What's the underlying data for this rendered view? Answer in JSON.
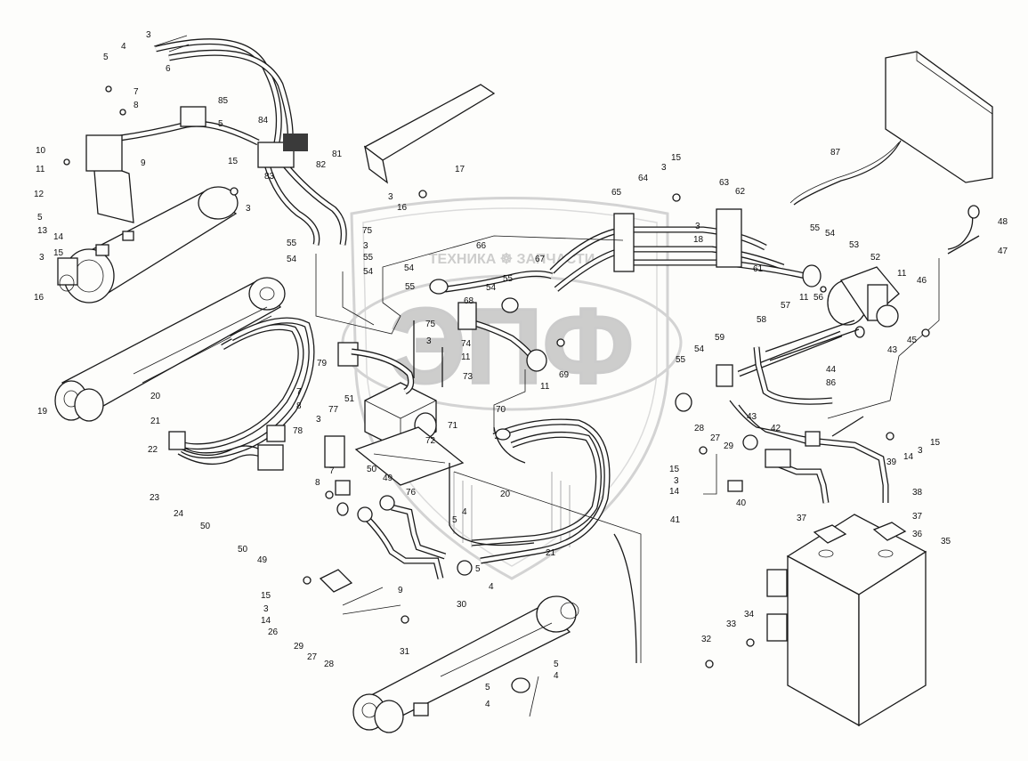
{
  "watermark": {
    "tagline": "ТЕХНИКА ☸ ЗАПЧАСТИ",
    "logo": "ЭПФ"
  },
  "callouts": [
    {
      "id": "c3a",
      "text": "3"
    },
    {
      "id": "c4a",
      "text": "4"
    },
    {
      "id": "c5a",
      "text": "5"
    },
    {
      "id": "c6",
      "text": "6"
    },
    {
      "id": "c7a",
      "text": "7"
    },
    {
      "id": "c8a",
      "text": "8"
    },
    {
      "id": "c85",
      "text": "85"
    },
    {
      "id": "c5b",
      "text": "5"
    },
    {
      "id": "c10",
      "text": "10"
    },
    {
      "id": "c11a",
      "text": "11"
    },
    {
      "id": "c9a",
      "text": "9"
    },
    {
      "id": "c12",
      "text": "12"
    },
    {
      "id": "c5c",
      "text": "5"
    },
    {
      "id": "c13",
      "text": "13"
    },
    {
      "id": "c14a",
      "text": "14"
    },
    {
      "id": "c15a",
      "text": "15"
    },
    {
      "id": "c3b",
      "text": "3"
    },
    {
      "id": "c16a",
      "text": "16"
    },
    {
      "id": "c84",
      "text": "84"
    },
    {
      "id": "c81",
      "text": "81"
    },
    {
      "id": "c82",
      "text": "82"
    },
    {
      "id": "c83",
      "text": "83"
    },
    {
      "id": "c15b",
      "text": "15"
    },
    {
      "id": "c3c",
      "text": "3"
    },
    {
      "id": "c17",
      "text": "17"
    },
    {
      "id": "c3d",
      "text": "3"
    },
    {
      "id": "c16b",
      "text": "16"
    },
    {
      "id": "c75a",
      "text": "75"
    },
    {
      "id": "c3e",
      "text": "3"
    },
    {
      "id": "c55a",
      "text": "55"
    },
    {
      "id": "c54a",
      "text": "54"
    },
    {
      "id": "c55b",
      "text": "55"
    },
    {
      "id": "c54b",
      "text": "54"
    },
    {
      "id": "c66",
      "text": "66"
    },
    {
      "id": "c54c",
      "text": "54"
    },
    {
      "id": "c67",
      "text": "67"
    },
    {
      "id": "c55c",
      "text": "55"
    },
    {
      "id": "c65",
      "text": "65"
    },
    {
      "id": "c64",
      "text": "64"
    },
    {
      "id": "c3f",
      "text": "3"
    },
    {
      "id": "c15c",
      "text": "15"
    },
    {
      "id": "c63",
      "text": "63"
    },
    {
      "id": "c62",
      "text": "62"
    },
    {
      "id": "c3g",
      "text": "3"
    },
    {
      "id": "c18",
      "text": "18"
    },
    {
      "id": "c61",
      "text": "61"
    },
    {
      "id": "c87",
      "text": "87"
    },
    {
      "id": "c48",
      "text": "48"
    },
    {
      "id": "c47",
      "text": "47"
    },
    {
      "id": "c55d",
      "text": "55"
    },
    {
      "id": "c54d",
      "text": "54"
    },
    {
      "id": "c53",
      "text": "53"
    },
    {
      "id": "c52",
      "text": "52"
    },
    {
      "id": "c11b",
      "text": "11"
    },
    {
      "id": "c46",
      "text": "46"
    },
    {
      "id": "c11c",
      "text": "11"
    },
    {
      "id": "c56",
      "text": "56"
    },
    {
      "id": "c45",
      "text": "45"
    },
    {
      "id": "c57",
      "text": "57"
    },
    {
      "id": "c43a",
      "text": "43"
    },
    {
      "id": "c68",
      "text": "68"
    },
    {
      "id": "c54e",
      "text": "54"
    },
    {
      "id": "c55e",
      "text": "55"
    },
    {
      "id": "c75b",
      "text": "75"
    },
    {
      "id": "c3h",
      "text": "3"
    },
    {
      "id": "c74",
      "text": "74"
    },
    {
      "id": "c11d",
      "text": "11"
    },
    {
      "id": "c79",
      "text": "79"
    },
    {
      "id": "c73",
      "text": "73"
    },
    {
      "id": "c11e",
      "text": "11"
    },
    {
      "id": "c69",
      "text": "69"
    },
    {
      "id": "c58",
      "text": "58"
    },
    {
      "id": "c59",
      "text": "59"
    },
    {
      "id": "c54f",
      "text": "54"
    },
    {
      "id": "c55f",
      "text": "55"
    },
    {
      "id": "c44",
      "text": "44"
    },
    {
      "id": "c86",
      "text": "86"
    },
    {
      "id": "c19",
      "text": "19"
    },
    {
      "id": "c20a",
      "text": "20"
    },
    {
      "id": "c21a",
      "text": "21"
    },
    {
      "id": "c7b",
      "text": "7"
    },
    {
      "id": "c8b",
      "text": "8"
    },
    {
      "id": "c51",
      "text": "51"
    },
    {
      "id": "c71",
      "text": "71"
    },
    {
      "id": "c70",
      "text": "70"
    },
    {
      "id": "c72",
      "text": "72"
    },
    {
      "id": "c22",
      "text": "22"
    },
    {
      "id": "c78",
      "text": "78"
    },
    {
      "id": "c3i",
      "text": "3"
    },
    {
      "id": "c77",
      "text": "77"
    },
    {
      "id": "c7c",
      "text": "7"
    },
    {
      "id": "c8c",
      "text": "8"
    },
    {
      "id": "c23",
      "text": "23"
    },
    {
      "id": "c24",
      "text": "24"
    },
    {
      "id": "c50a",
      "text": "50"
    },
    {
      "id": "c50b",
      "text": "50"
    },
    {
      "id": "c49a",
      "text": "49"
    },
    {
      "id": "c50c",
      "text": "50"
    },
    {
      "id": "c49b",
      "text": "49"
    },
    {
      "id": "c76",
      "text": "76"
    },
    {
      "id": "c20b",
      "text": "20"
    },
    {
      "id": "c4b",
      "text": "4"
    },
    {
      "id": "c5d",
      "text": "5"
    },
    {
      "id": "c21b",
      "text": "21"
    },
    {
      "id": "c43b",
      "text": "43"
    },
    {
      "id": "c42",
      "text": "42"
    },
    {
      "id": "c28a",
      "text": "28"
    },
    {
      "id": "c27a",
      "text": "27"
    },
    {
      "id": "c29a",
      "text": "29"
    },
    {
      "id": "c15d",
      "text": "15"
    },
    {
      "id": "c3j",
      "text": "3"
    },
    {
      "id": "c14b",
      "text": "14"
    },
    {
      "id": "c41",
      "text": "41"
    },
    {
      "id": "c40",
      "text": "40"
    },
    {
      "id": "c15e",
      "text": "15"
    },
    {
      "id": "c14c",
      "text": "14"
    },
    {
      "id": "c3k",
      "text": "3"
    },
    {
      "id": "c39",
      "text": "39"
    },
    {
      "id": "c38",
      "text": "38"
    },
    {
      "id": "c37a",
      "text": "37"
    },
    {
      "id": "c37b",
      "text": "37"
    },
    {
      "id": "c36",
      "text": "36"
    },
    {
      "id": "c35",
      "text": "35"
    },
    {
      "id": "c15f",
      "text": "15"
    },
    {
      "id": "c3l",
      "text": "3"
    },
    {
      "id": "c14d",
      "text": "14"
    },
    {
      "id": "c26",
      "text": "26"
    },
    {
      "id": "c9b",
      "text": "9"
    },
    {
      "id": "c5e",
      "text": "5"
    },
    {
      "id": "c4c",
      "text": "4"
    },
    {
      "id": "c30",
      "text": "30"
    },
    {
      "id": "c29b",
      "text": "29"
    },
    {
      "id": "c27b",
      "text": "27"
    },
    {
      "id": "c28b",
      "text": "28"
    },
    {
      "id": "c31",
      "text": "31"
    },
    {
      "id": "c5f",
      "text": "5"
    },
    {
      "id": "c4d",
      "text": "4"
    },
    {
      "id": "c5g",
      "text": "5"
    },
    {
      "id": "c4e",
      "text": "4"
    },
    {
      "id": "c34",
      "text": "34"
    },
    {
      "id": "c33",
      "text": "33"
    },
    {
      "id": "c32",
      "text": "32"
    }
  ]
}
